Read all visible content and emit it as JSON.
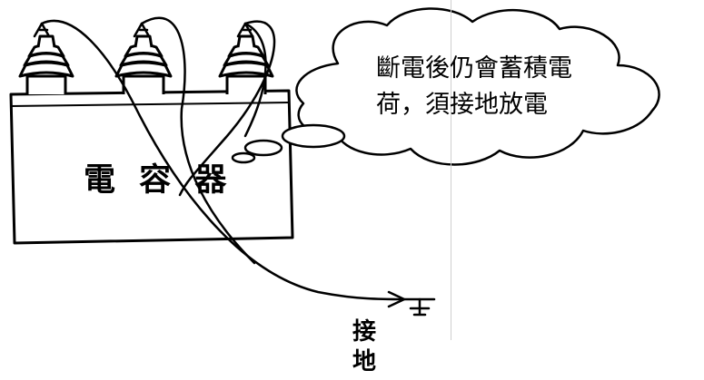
{
  "capacitor": {
    "label": "電 容 器"
  },
  "callout": {
    "line1": "斷電後仍會蓄積電",
    "line2": "荷，須接地放電"
  },
  "ground": {
    "char1": "接",
    "char2": "地"
  },
  "icons": {
    "ground_symbol": "ground-symbol-icon",
    "wire_arrow": "arrow-right-icon"
  }
}
